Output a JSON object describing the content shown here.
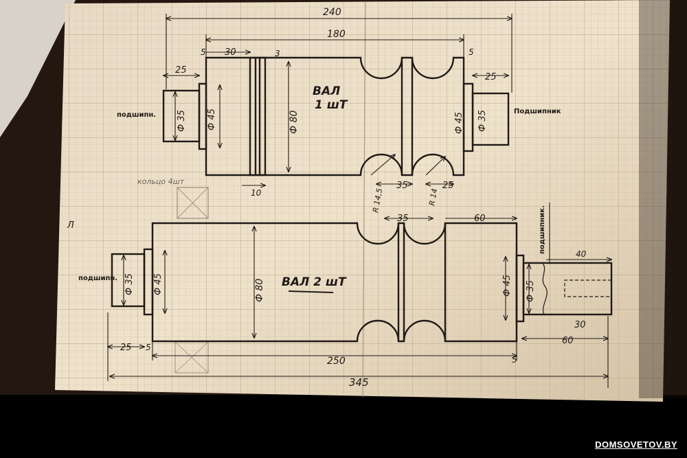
{
  "drawing": {
    "shaft1": {
      "title_line1": "ВАЛ",
      "title_line2": "1 шТ",
      "dims": {
        "total": "240",
        "span": "180",
        "shoulder_l": "5",
        "groove_pos": "30",
        "groove_w": "3",
        "stub_l": "25",
        "shoulder_r": "5",
        "stub_r": "25",
        "diam_big": "Ф 80",
        "diam_bear_l": "Ф 45",
        "diam_stub_l": "Ф 35",
        "diam_bear_r": "Ф 45",
        "diam_stub_r": "Ф 35",
        "groove_under": "10",
        "between": "35",
        "right_tail": "25",
        "radius_a": "R 14,5",
        "radius_b": "R 14"
      },
      "label_left": "подшипн.",
      "label_right": "Подшипник"
    },
    "shaft2": {
      "title": "ВАЛ 2 шТ",
      "dims": {
        "between": "35",
        "right_span": "60",
        "stub_l": "25",
        "shoulder_l": "5",
        "length": "250",
        "total": "345",
        "shoulder_r": "5",
        "right_end": "60",
        "key_len": "30",
        "key_w": "40",
        "diam_big": "Ф 80",
        "diam_bear_l": "Ф 45",
        "diam_stub_l": "Ф 35",
        "diam_bear_r": "Ф 45",
        "diam_stub_r": "Ф 35"
      },
      "label_left": "подшипн.",
      "label_right": "подшипник."
    },
    "ring_label": "кольцо 4шт",
    "margin_mark": "Л"
  },
  "watermark": "DOMSOVETOV.BY"
}
